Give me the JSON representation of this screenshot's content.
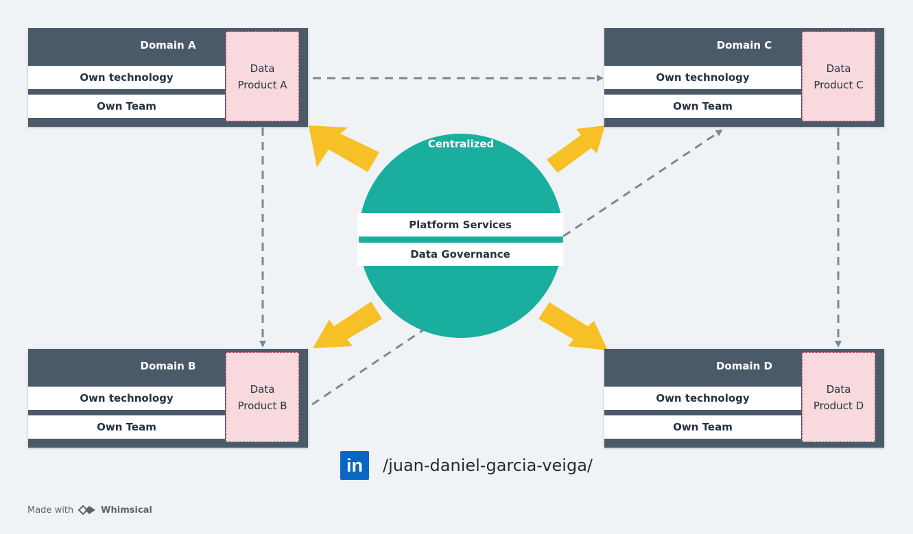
{
  "domains": {
    "a": {
      "title": "Domain A",
      "tech": "Own technology",
      "team": "Own Team",
      "product": "Data\nProduct A"
    },
    "b": {
      "title": "Domain B",
      "tech": "Own technology",
      "team": "Own Team",
      "product": "Data\nProduct B"
    },
    "c": {
      "title": "Domain C",
      "tech": "Own technology",
      "team": "Own Team",
      "product": "Data\nProduct C"
    },
    "d": {
      "title": "Domain D",
      "tech": "Own technology",
      "team": "Own Team",
      "product": "Data\nProduct D"
    }
  },
  "hub": {
    "title": "Centralized",
    "services": "Platform Services",
    "governance": "Data Governance"
  },
  "footer": {
    "linkedin_logo": "in",
    "linkedin_handle": "/juan-daniel-garcia-veiga/",
    "made_with": "Made with",
    "brand": "Whimsical"
  },
  "colors": {
    "domain_bg": "#4b5a68",
    "product_fill": "#f7d9de",
    "product_border": "#e2445c",
    "hub_fill": "#1aae9f",
    "arrow_yellow": "#f6c026",
    "dashed_line": "#7b8794",
    "linkedin_blue": "#0a66c2"
  }
}
